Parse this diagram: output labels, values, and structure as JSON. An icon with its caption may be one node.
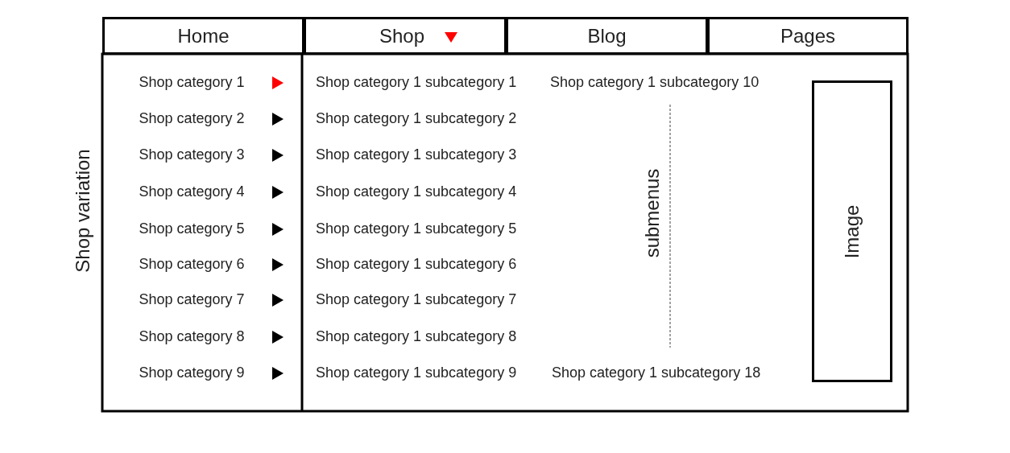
{
  "diagram": {
    "nodes": [
      {
        "text": [
          "Home"
        ]
      },
      {
        "text": [
          "Shop"
        ]
      },
      {
        "text": [
          "Blog"
        ]
      },
      {
        "text": [
          "Pages"
        ]
      },
      {
        "text": [
          "Image"
        ]
      }
    ],
    "edges": [],
    "labels": [
      "Shop variation",
      "Shop category 1",
      "Shop category 1 subcategory 1",
      "Shop category 1 subcategory 10",
      "Shop category 2",
      "Shop category 1 subcategory 2",
      "Shop category 3",
      "Shop category 1 subcategory 3",
      "Shop category 4",
      "Shop category 1 subcategory 4",
      "submenus",
      "Shop category 5",
      "Shop category 1 subcategory 5",
      "Shop category 6",
      "Shop category 1 subcategory 6",
      "Shop category 7",
      "Shop category 1 subcategory 7",
      "Shop category 8",
      "Shop category 1 subcategory 8",
      "Shop category 9",
      "Shop category 1 subcategory 9",
      "Shop category 1 subcategory 18"
    ]
  }
}
